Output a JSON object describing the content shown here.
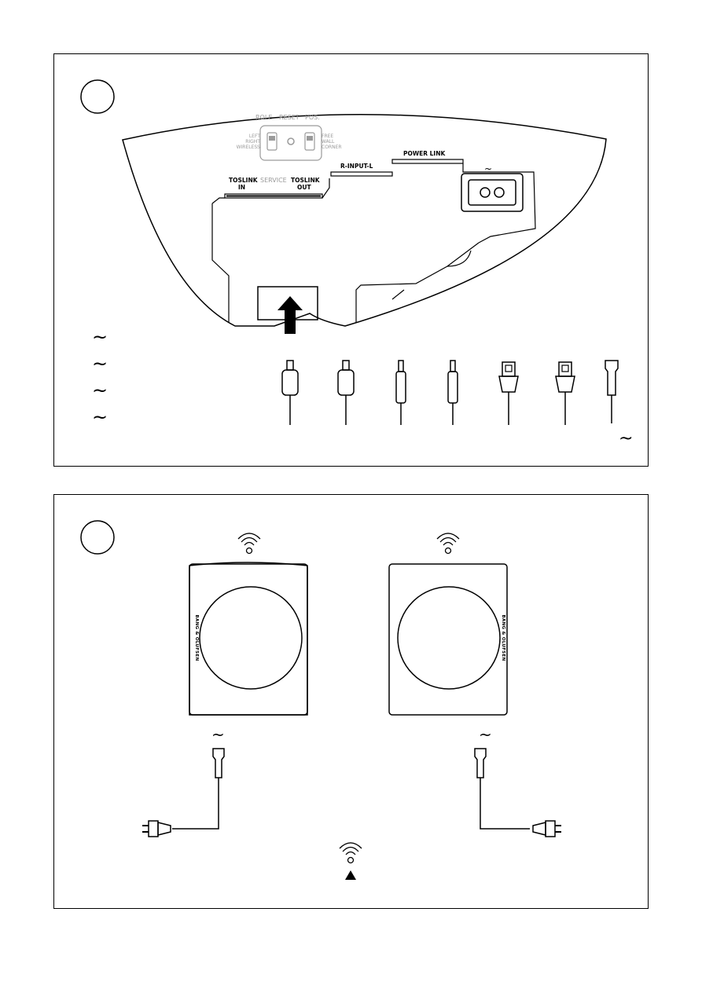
{
  "panel1": {
    "labels": {
      "role": "ROLE",
      "reset": "RESET",
      "pos": "POS.",
      "left": "LEFT",
      "right": "RIGHT",
      "wireless": "WIRELESS",
      "free": "FREE",
      "wall": "WALL",
      "corner": "CORNER",
      "toslink_in_1": "TOSLINK",
      "toslink_in_2": "IN",
      "service": "SERVICE",
      "toslink_out_1": "TOSLINK",
      "toslink_out_2": "OUT",
      "r_input_l": "R-INPUT-L",
      "power_link": "POWER LINK"
    },
    "tilde": "~"
  },
  "panel2": {
    "left_brand": "BANG & OLUFSEN",
    "right_brand": "BANG & OLUFSEN",
    "tilde": "~"
  },
  "icons": [
    "wireless-signal-icon",
    "tilde-icon",
    "plug-icon",
    "triangle-icon"
  ]
}
